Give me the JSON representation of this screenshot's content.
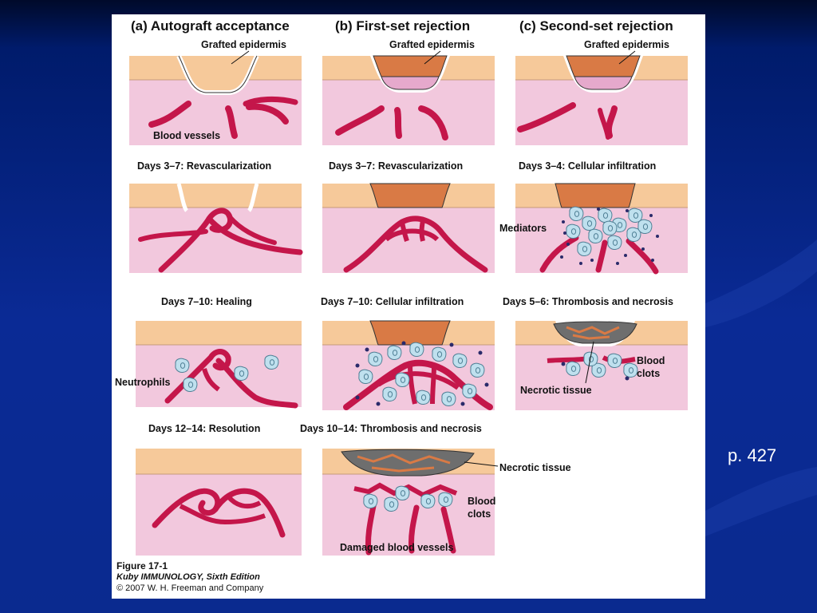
{
  "colors": {
    "slide_bg": "#0a2a8f",
    "dermis": "#f2c8dd",
    "epidermis": "#f6c99a",
    "graft": "#d97a45",
    "vessel": "#c4164a",
    "cell": "#bfe0ee",
    "dots": "#2a2a6a",
    "necrotic": "#6e6e6e"
  },
  "columns": {
    "a_title": "(a) Autograft acceptance",
    "b_title": "(b) First-set rejection",
    "c_title": "(c) Second-set rejection"
  },
  "labels": {
    "grafted_epidermis": "Grafted epidermis",
    "blood_vessels": "Blood vessels",
    "mediators": "Mediators",
    "neutrophils": "Neutrophils",
    "blood_clots_line1": "Blood",
    "blood_clots_line2": "clots",
    "necrotic_tissue": "Necrotic tissue",
    "damaged_blood_vessels": "Damaged blood vessels"
  },
  "stages": {
    "a2": "Days 3–7: Revascularization",
    "b2": "Days 3–7: Revascularization",
    "c2": "Days 3–4: Cellular infiltration",
    "a3": "Days 7–10: Healing",
    "b3": "Days 7–10: Cellular infiltration",
    "c3": "Days 5–6: Thrombosis and necrosis",
    "a4": "Days 12–14: Resolution",
    "b4": "Days 10–14: Thrombosis and necrosis"
  },
  "caption": {
    "figure": "Figure 17-1",
    "book": "Kuby IMMUNOLOGY, Sixth Edition",
    "copyright": "© 2007 W. H. Freeman and Company"
  },
  "page_ref": "p. 427"
}
